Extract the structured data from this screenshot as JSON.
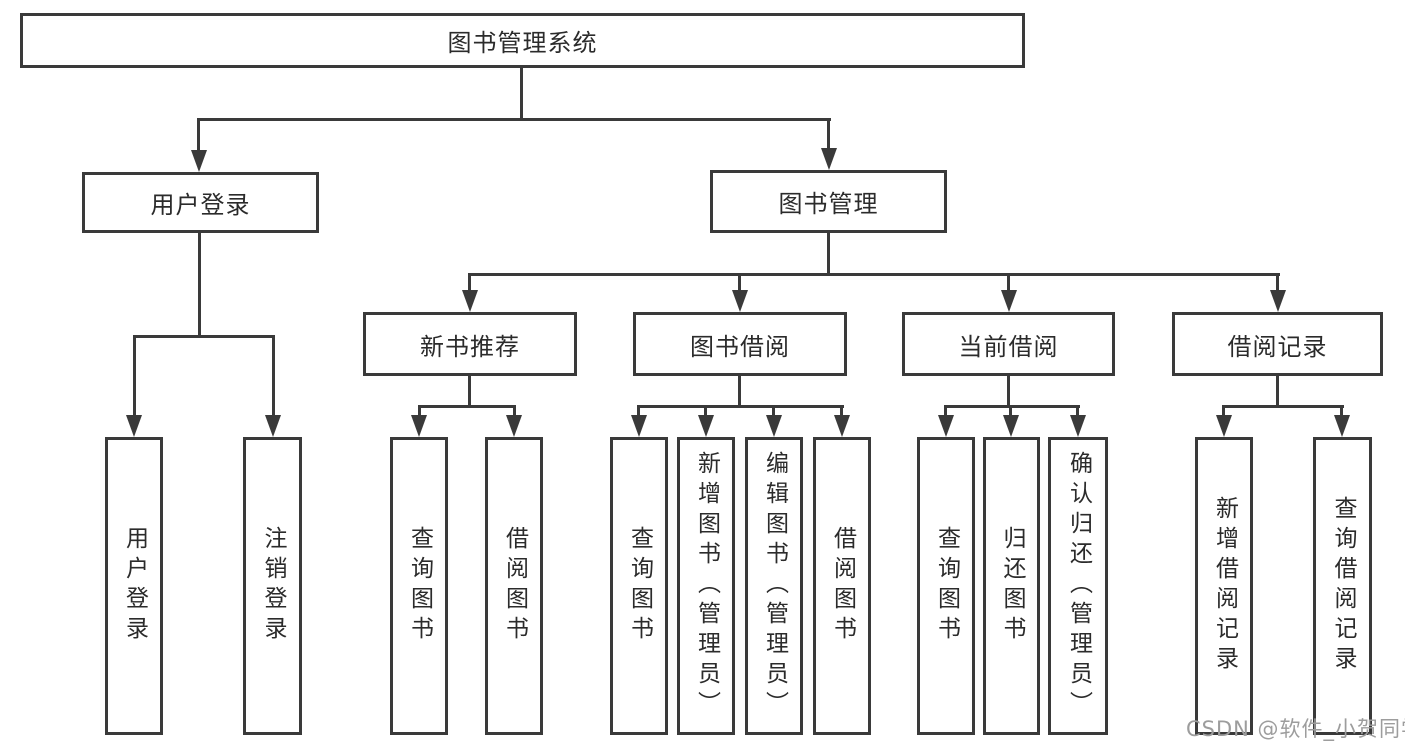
{
  "tree": {
    "label": "图书管理系统",
    "children": [
      {
        "label": "用户登录",
        "children": [
          {
            "label": "用户登录"
          },
          {
            "label": "注销登录"
          }
        ]
      },
      {
        "label": "图书管理",
        "children": [
          {
            "label": "新书推荐",
            "children": [
              {
                "label": "查询图书"
              },
              {
                "label": "借阅图书"
              }
            ]
          },
          {
            "label": "图书借阅",
            "children": [
              {
                "label": "查询图书"
              },
              {
                "label": "新增图书（管理员）"
              },
              {
                "label": "编辑图书（管理员）"
              },
              {
                "label": "借阅图书"
              }
            ]
          },
          {
            "label": "当前借阅",
            "children": [
              {
                "label": "查询图书"
              },
              {
                "label": "归还图书"
              },
              {
                "label": "确认归还（管理员）"
              }
            ]
          },
          {
            "label": "借阅记录",
            "children": [
              {
                "label": "新增借阅记录"
              },
              {
                "label": "查询借阅记录"
              }
            ]
          }
        ]
      }
    ]
  },
  "watermark": {
    "text": "CSDN @软件_小贺同学"
  },
  "colors": {
    "line": "#3a3a3a",
    "text": "#2b2b2b",
    "watermark": "#9d9d9d",
    "background": "#ffffff"
  }
}
